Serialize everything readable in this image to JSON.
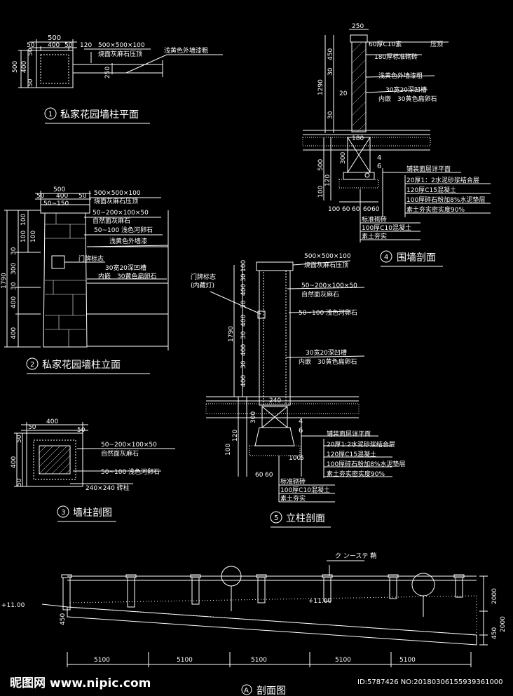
{
  "drawing1": {
    "title": "私家花园墙柱平面",
    "num": "1",
    "dims_top": [
      "500",
      "50",
      "400",
      "50"
    ],
    "dim_120": "120",
    "dims_left": [
      "500",
      "50",
      "400",
      "50"
    ],
    "dim_250": "250",
    "note_spec": "500×500×100",
    "note_cap": "烧面灰麻石压顶",
    "note_paint": "浅黄色外墙漆粗"
  },
  "drawing2": {
    "title": "私家花园墙柱立面",
    "num": "2",
    "dims_top": [
      "500",
      "50",
      "400",
      "50",
      "50~150"
    ],
    "dims_left": [
      "100",
      "100",
      "100",
      "30",
      "300",
      "30",
      "400",
      "400",
      "1790"
    ],
    "notes": [
      "500×500×100",
      "烧面灰麻石压顶",
      "50~200×100×50",
      "自然面灰麻石",
      "50~100 浅色河卵石",
      "浅黄色外墙漆",
      "门牌标志",
      "30宽20深凹槽",
      "内嵌　30黄色扁卵石"
    ]
  },
  "drawing3": {
    "title": "墙柱剖图",
    "num": "3",
    "dims_top": [
      "400",
      "50",
      "50"
    ],
    "dims_left": [
      "400",
      "50",
      "50"
    ],
    "notes": [
      "50~200×100×50",
      "自然面灰麻石",
      "50~100 浅色河卵石",
      "240×240 砖柱"
    ]
  },
  "drawing4": {
    "title": "围墙剖面",
    "num": "4",
    "dim_250": "250",
    "dims_left": [
      "450",
      "30",
      "1290",
      "30",
      "20"
    ],
    "dims_found": [
      "180",
      "300",
      "500",
      "120",
      "100"
    ],
    "dims_bottom": [
      "100",
      "60",
      "60",
      "60",
      "60"
    ],
    "notes_top": [
      "60厚C10素",
      "压顶",
      "180厚标准砌砖",
      "浅黄色外墙漆粗",
      "30宽20深凹槽",
      "内嵌　30黄色扁卵石"
    ],
    "markers": [
      "4",
      "6"
    ],
    "notes_bottom": [
      "铺装面层详平面",
      "20厚1：2水泥砂浆结合层",
      "120厚C15混凝土",
      "100厚碎石粉加8%水泥垫层",
      "素土夯实密实度90%",
      "标准砌砖",
      "100厚C10混凝土",
      "素土夯实"
    ]
  },
  "drawing5": {
    "title": "立柱剖面",
    "num": "5",
    "dims_left": [
      "100",
      "30",
      "400",
      "30",
      "400",
      "30",
      "400",
      "30",
      "400",
      "1790",
      "240",
      "300",
      "120",
      "100"
    ],
    "dims_bottom": [
      "60",
      "60",
      "100",
      "5"
    ],
    "notes": [
      "500×500×100",
      "烧面灰麻石压顶",
      "门牌标志",
      "(内藏灯)",
      "50~200×100×50",
      "自然面灰麻石",
      "50~100 浅色河卵石",
      "30宽20深凹槽",
      "内嵌　30黄色扁卵石"
    ],
    "markers": [
      "4",
      "6"
    ],
    "notes_bottom": [
      "铺装面层详平面",
      "20厚1:2水泥砂浆结合层",
      "120厚C15混凝土",
      "100厚碎石粉加8%水泥垫层",
      "素土夯实密实度90%",
      "标准砌砖",
      "100厚C10混凝土",
      "素土夯实"
    ]
  },
  "drawingA": {
    "title": "剖面图",
    "num": "A",
    "level_left": "+11.00",
    "level_mid": "+11.00",
    "dim_450": "450",
    "dims_right": [
      "2000",
      "450",
      "2000"
    ],
    "spans": [
      "5100",
      "5100",
      "5100",
      "5100",
      "5100"
    ],
    "top_label": "ク ンーステ 鞘"
  },
  "watermark": {
    "brand": "昵图网 www.nipic.com",
    "id": "ID:5787426 NO:20180306155939361000"
  }
}
